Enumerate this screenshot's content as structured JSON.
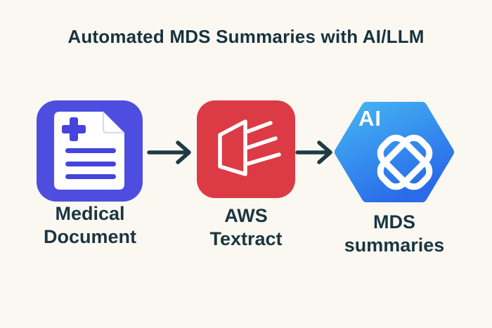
{
  "title": "Automated MDS Summaries with AI/LLM",
  "background_color": "#fbf8f2",
  "text_color": "#17333e",
  "nodes": [
    {
      "id": "medical-document",
      "label": "Medical\nDocument",
      "icon": "medical-document-icon",
      "tile_color": "#4d4ee0",
      "glyph_color": "#4544dc"
    },
    {
      "id": "aws-textract",
      "label": "AWS\nTextract",
      "icon": "aws-textract-icon",
      "tile_color": "#dc3b45",
      "glyph_color": "#ffffff"
    },
    {
      "id": "mds-summaries",
      "label": "MDS\nsummaries",
      "icon": "ai-cross-hexagon-icon",
      "badge": "AI",
      "gradient_top": "#45b4f4",
      "gradient_bottom": "#2a6ce8",
      "glyph_color": "#ffffff"
    }
  ],
  "arrows": [
    {
      "from": "medical-document",
      "to": "aws-textract",
      "color": "#1e3b44"
    },
    {
      "from": "aws-textract",
      "to": "mds-summaries",
      "color": "#1e3b44"
    }
  ]
}
